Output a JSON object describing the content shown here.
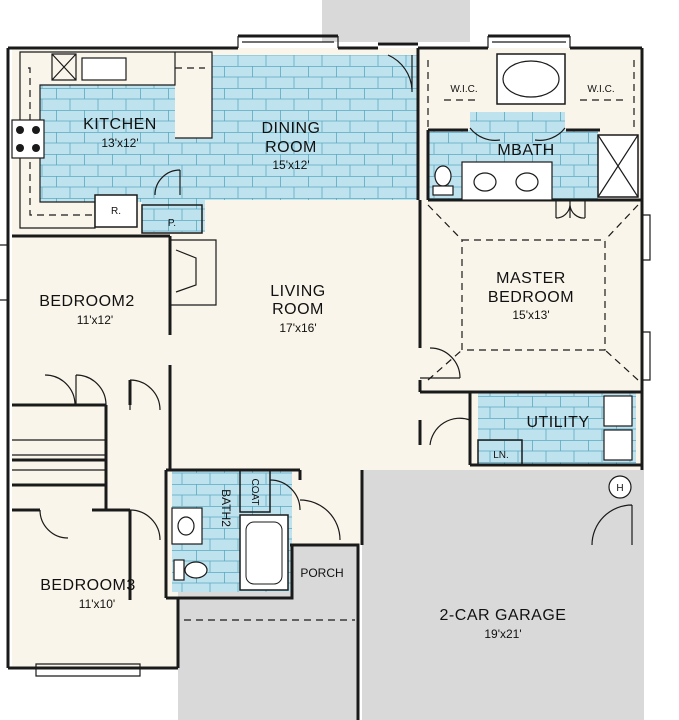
{
  "colors": {
    "floor_cream": "#faf5ea",
    "tile_blue": "#bfe3ee",
    "exterior_gray": "#d9d9d9",
    "wall": "#1a1a1a"
  },
  "rooms": {
    "kitchen": {
      "name": "KITCHEN",
      "size": "13'x12'"
    },
    "dining": {
      "name1": "DINING",
      "name2": "ROOM",
      "size": "15'x12'"
    },
    "mbath": {
      "name": "MBATH"
    },
    "wic_left": {
      "name": "W.I.C."
    },
    "wic_right": {
      "name": "W.I.C."
    },
    "living": {
      "name1": "LIVING",
      "name2": "ROOM",
      "size": "17'x16'"
    },
    "master": {
      "name1": "MASTER",
      "name2": "BEDROOM",
      "size": "15'x13'"
    },
    "bedroom2": {
      "name": "BEDROOM2",
      "size": "11'x12'"
    },
    "bedroom3": {
      "name": "BEDROOM3",
      "size": "11'x10'"
    },
    "utility": {
      "name": "UTILITY"
    },
    "linen": {
      "name": "LN."
    },
    "bath2": {
      "name": "BATH2"
    },
    "coat": {
      "name": "COAT"
    },
    "porch": {
      "name": "PORCH"
    },
    "garage": {
      "name": "2-CAR GARAGE",
      "size": "19'x21'"
    },
    "refrigerator": {
      "name": "R."
    },
    "pantry": {
      "name": "P."
    },
    "water_heater": {
      "name": "H"
    }
  }
}
